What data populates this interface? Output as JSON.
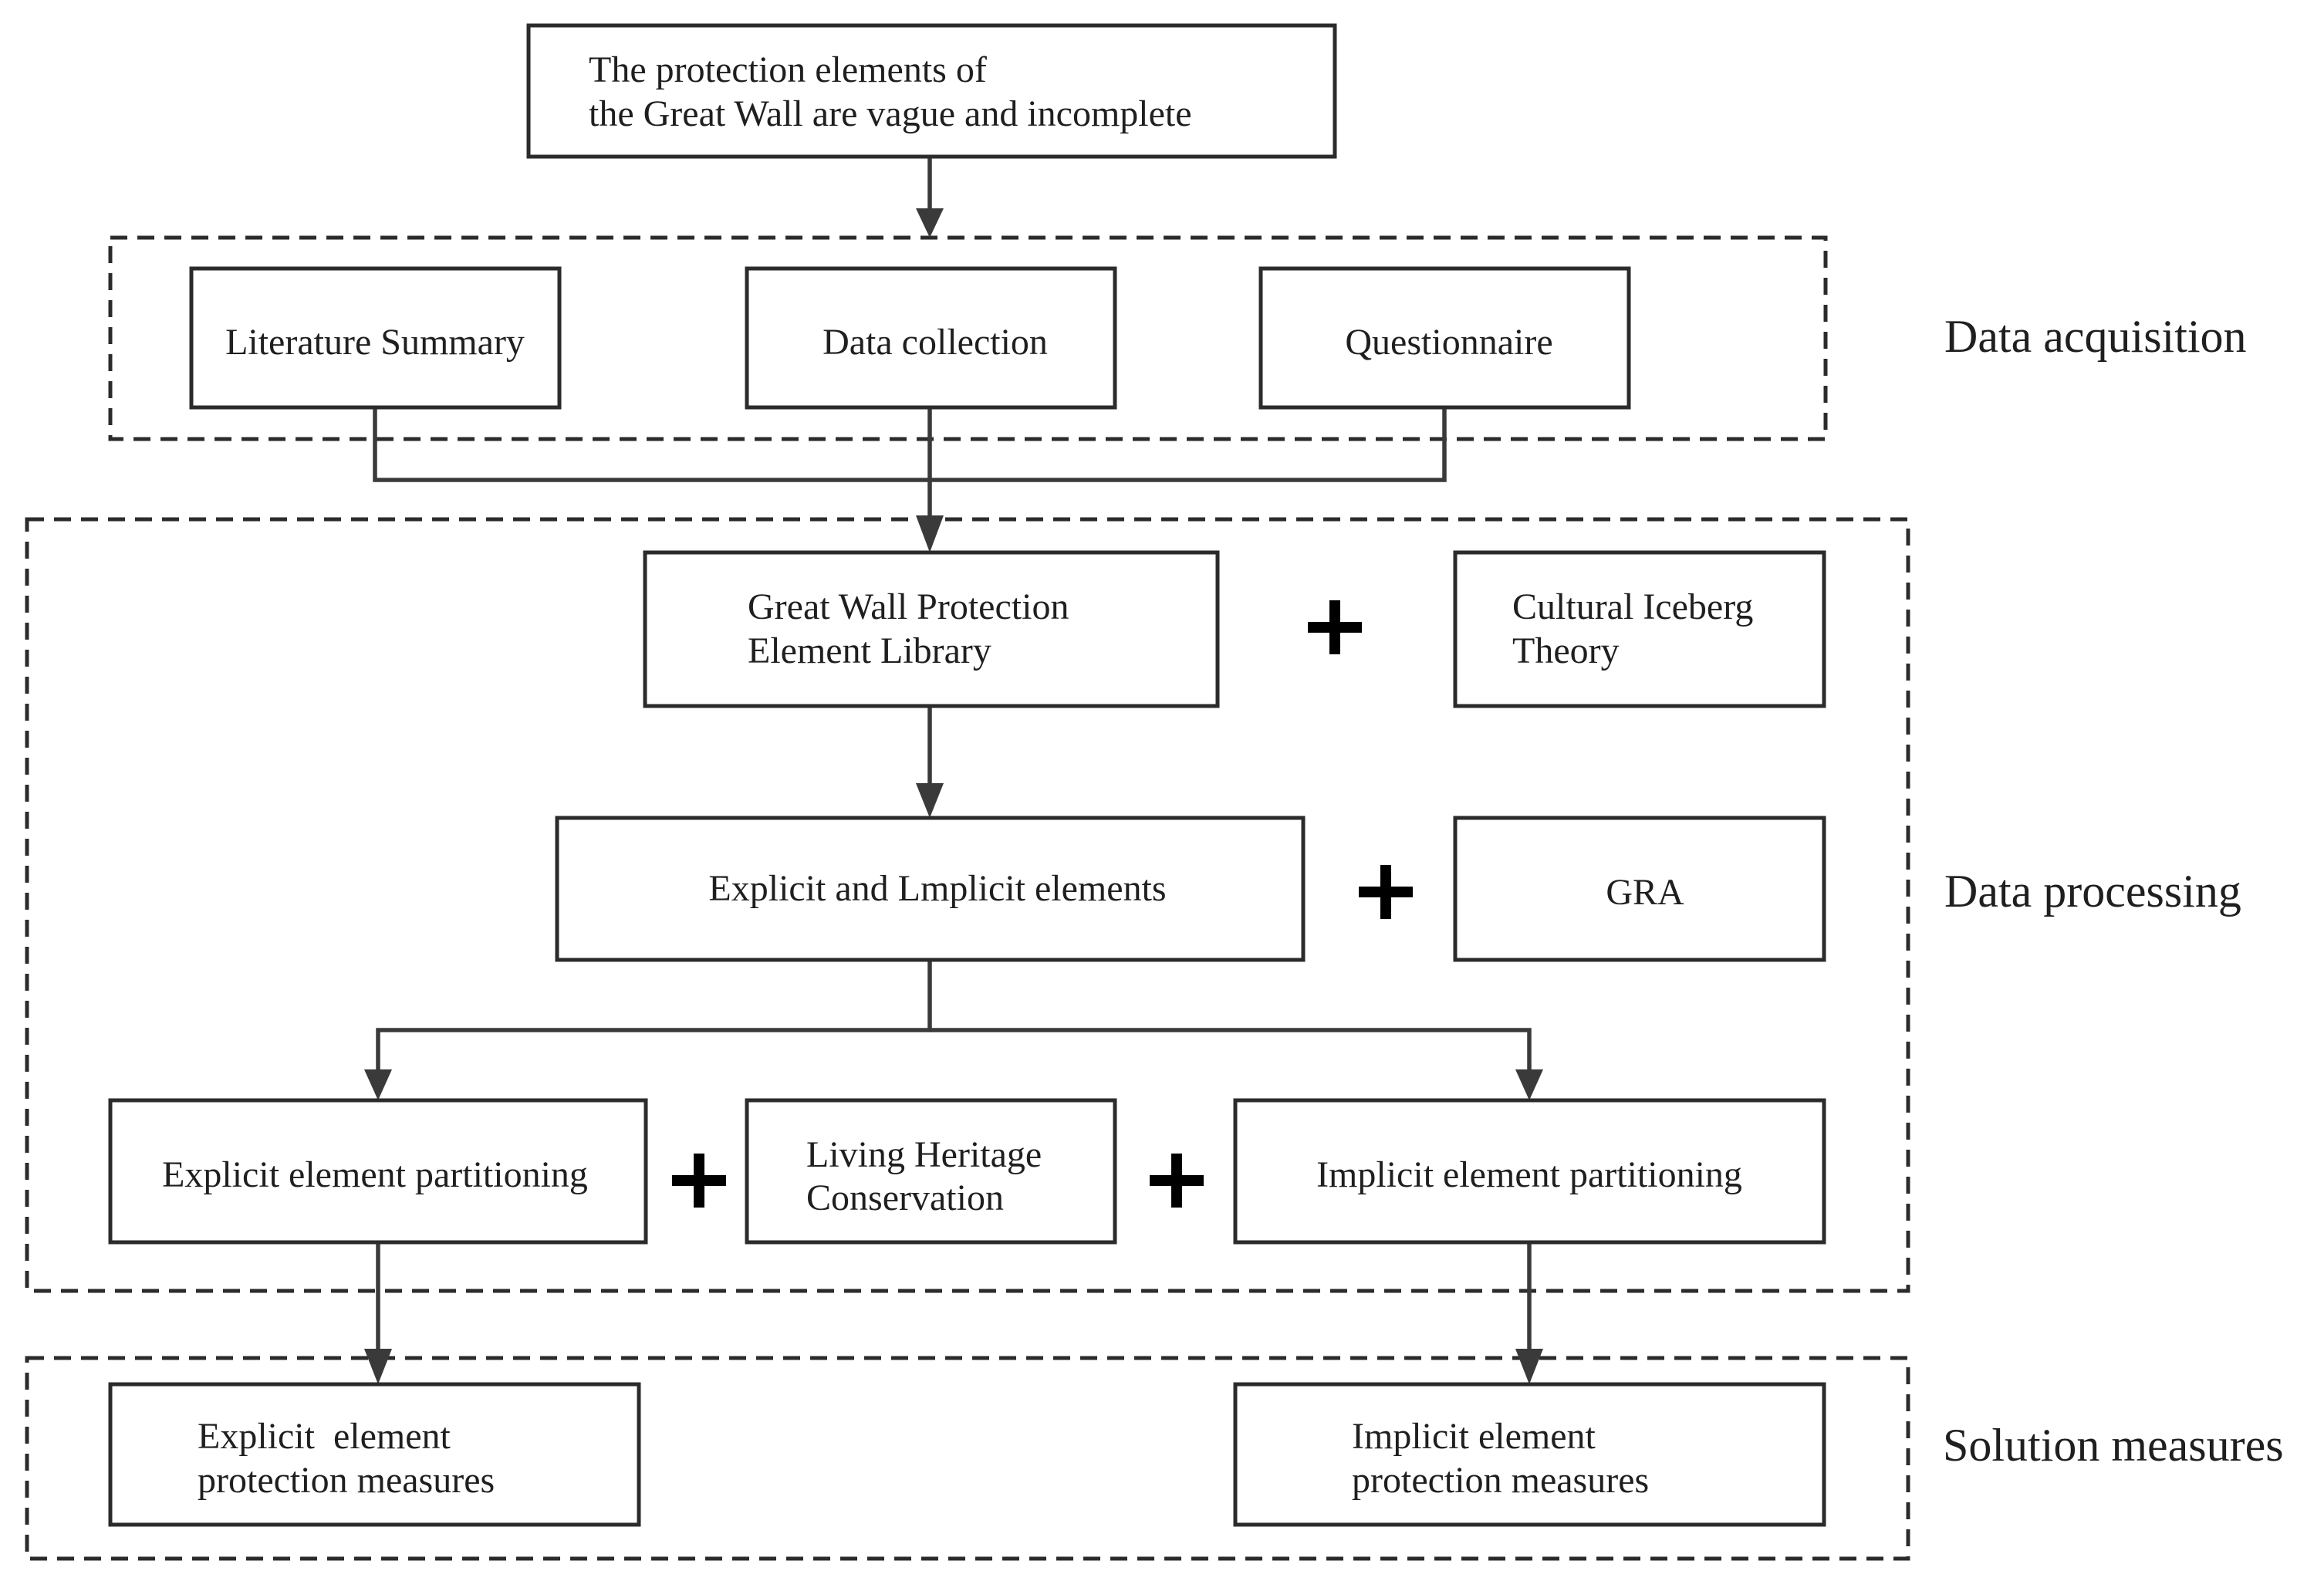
{
  "top_box": {
    "line1": "The protection elements of",
    "line2": "the Great Wall are vague and incomplete"
  },
  "acquisition": {
    "literature": "Literature Summary",
    "data_collection": "Data collection",
    "questionnaire": "Questionnaire"
  },
  "processing": {
    "library": {
      "line1": "Great Wall Protection",
      "line2": "Element Library"
    },
    "iceberg": {
      "line1": "Cultural Iceberg",
      "line2": "Theory"
    },
    "explicit_implicit": "Explicit and Lmplicit elements",
    "gra": "GRA",
    "explicit_partitioning": "Explicit element partitioning",
    "living_heritage": {
      "line1": "Living Heritage",
      "line2": "Conservation"
    },
    "implicit_partitioning": "Implicit element partitioning"
  },
  "solutions": {
    "explicit": {
      "line1": "Explicit  element",
      "line2": "protection measures"
    },
    "implicit": {
      "line1": "Implicit element",
      "line2": "protection measures"
    }
  },
  "stage_labels": {
    "acquisition": "Data acquisition",
    "processing": "Data processing",
    "solution": "Solution measures"
  }
}
